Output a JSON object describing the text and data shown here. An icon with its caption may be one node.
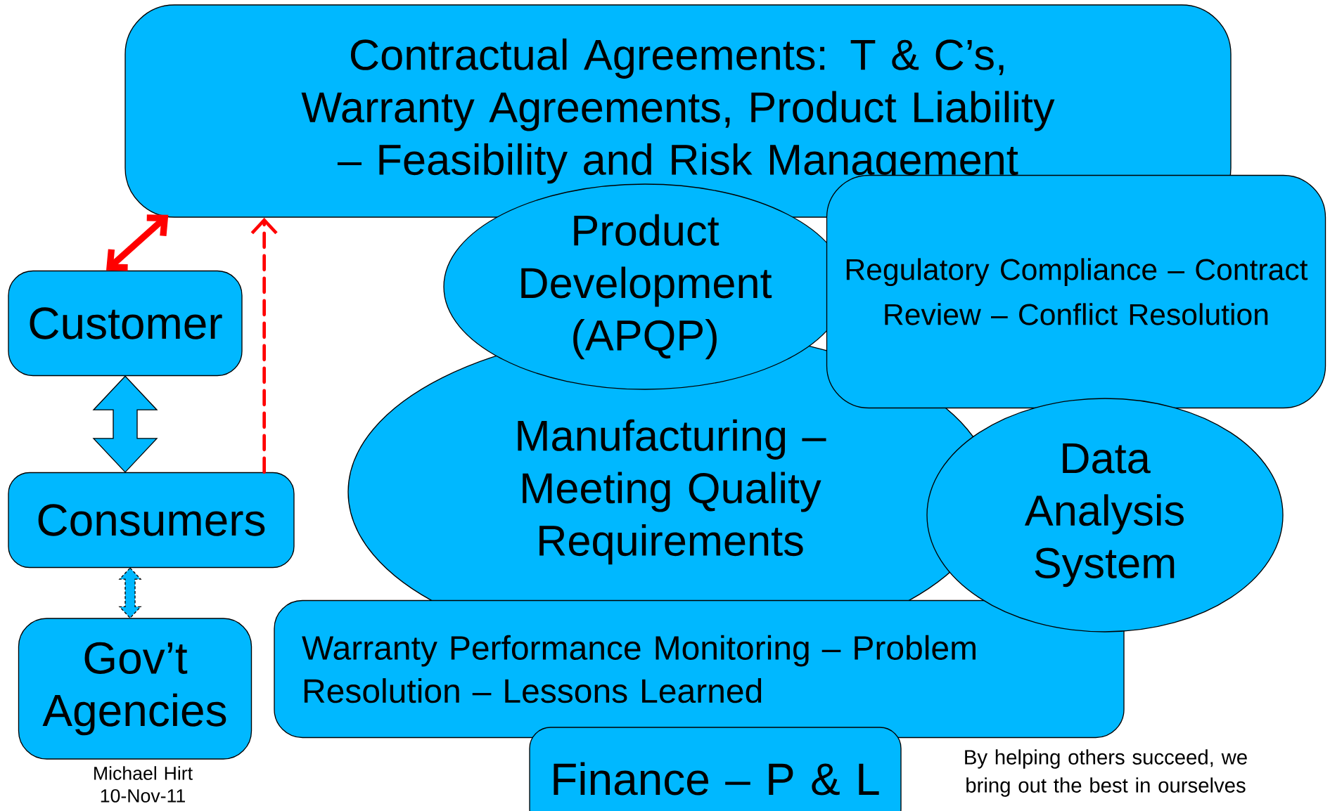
{
  "diagram": {
    "nodes": [
      {
        "text": [
          "Contractual Agreements: T & C’s, Warranty Agreements, Product Liability – Feasibility and Risk Management"
        ]
      },
      {
        "text": [
          "Customer"
        ]
      },
      {
        "text": [
          "Product Development (APQP)"
        ]
      },
      {
        "text": [
          "Regulatory Compliance – Contract Review – Conflict Resolution"
        ]
      },
      {
        "text": [
          "Consumers"
        ]
      },
      {
        "text": [
          "Manufacturing – Meeting Quality Requirements"
        ]
      },
      {
        "text": [
          "Data Analysis System"
        ]
      },
      {
        "text": [
          "Gov’t Agencies"
        ]
      },
      {
        "text": [
          "Warranty Performance Monitoring – Problem Resolution – Lessons Learned"
        ]
      },
      {
        "text": [
          "Finance – P & L"
        ]
      }
    ],
    "edges": [
      {
        "from": 1,
        "to": 0,
        "arrow": "both",
        "style": "thick",
        "color": "#ff0000"
      },
      {
        "from": 4,
        "to": 0,
        "arrow": "to",
        "style": "dashed",
        "color": "#ff0000"
      },
      {
        "from": 1,
        "to": 4,
        "arrow": "both",
        "color": "#00b8ff"
      },
      {
        "from": 4,
        "to": 7,
        "arrow": "both",
        "style": "dashed",
        "color": "#00b8ff"
      }
    ],
    "labels": [
      "Michael Hirt 10-Nov-11",
      "By helping others succeed, we bring out the best in ourselves"
    ]
  }
}
